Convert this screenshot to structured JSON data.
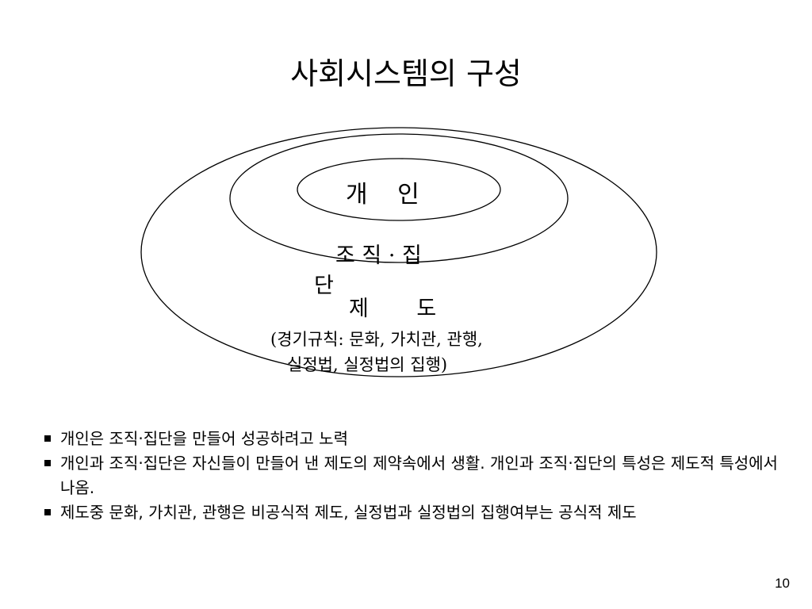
{
  "slide": {
    "title": "사회시스템의 구성",
    "page_number": "10"
  },
  "diagram": {
    "individual": "개 인",
    "organization_line1": "조 직 · 집",
    "organization_line2": "단",
    "institution": "제 도",
    "institution_note_line1": "(경기규칙: 문화, 가치관, 관행,",
    "institution_note_line2": "실정법, 실정법의 집행)"
  },
  "bullets": [
    "개인은 조직·집단을 만들어 성공하려고 노력",
    "개인과 조직·집단은 자신들이 만들어 낸 제도의 제약속에서 생활. 개인과 조직·집단의 특성은 제도적 특성에서 나옴.",
    "제도중 문화, 가치관, 관행은 비공식적 제도, 실정법과 실정법의 집행여부는 공식적 제도"
  ]
}
